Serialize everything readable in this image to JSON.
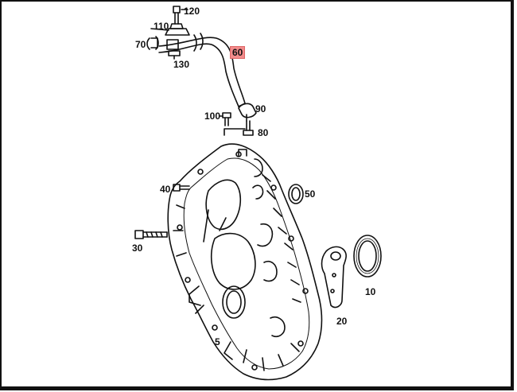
{
  "callouts": {
    "c120": "120",
    "c110": "110",
    "c70": "70",
    "c130": "130",
    "c60": "60",
    "c100": "100",
    "c90": "90",
    "c80": "80",
    "c40": "40",
    "c50": "50",
    "c30": "30",
    "c10": "10",
    "c20": "20",
    "c5": "5"
  },
  "highlighted_part": "60",
  "highlight_color": "#f28b8b"
}
